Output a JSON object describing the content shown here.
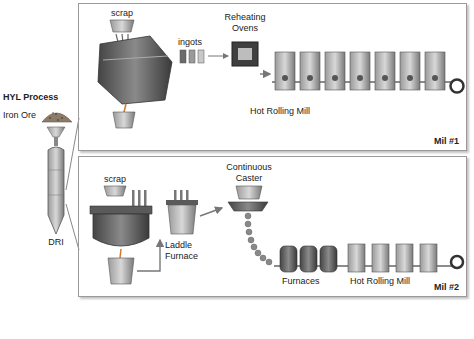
{
  "diagram": {
    "nodes": [
      {
        "text": [
          "Mil #1"
        ]
      },
      {
        "text": [
          "Mil #2"
        ]
      }
    ],
    "labels": [
      "HYL Process",
      "Iron Ore",
      "DRI",
      "scrap",
      "ingots",
      "Reheating Ovens",
      "Hot Rolling Mill",
      "scrap",
      "Laddle Furnace",
      "Continuous Caster",
      "Furnaces",
      "Hot Rolling Mill"
    ]
  }
}
